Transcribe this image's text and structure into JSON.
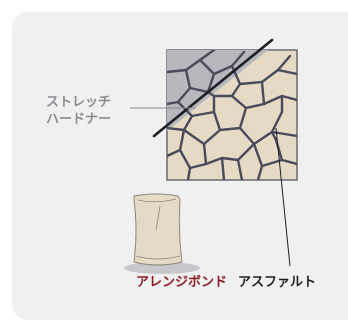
{
  "labels": {
    "stretch_hardener_line1": "ストレッチ",
    "stretch_hardener_line2": "ハードナー",
    "arenji_bond": "アレンジボンド",
    "asphalt": "アスファルト"
  },
  "colors": {
    "panel_bg": "#f0f0f1",
    "asphalt_fill": "#e6dac4",
    "hardened_fill": "#b6b8bd",
    "crack_stroke": "#4a4a5a",
    "bond_label": "#8e1b1f",
    "bag_fill": "#e6dac4",
    "shadow": "#c8c8cc"
  },
  "icons": {
    "bag": "cement-bag-icon"
  }
}
